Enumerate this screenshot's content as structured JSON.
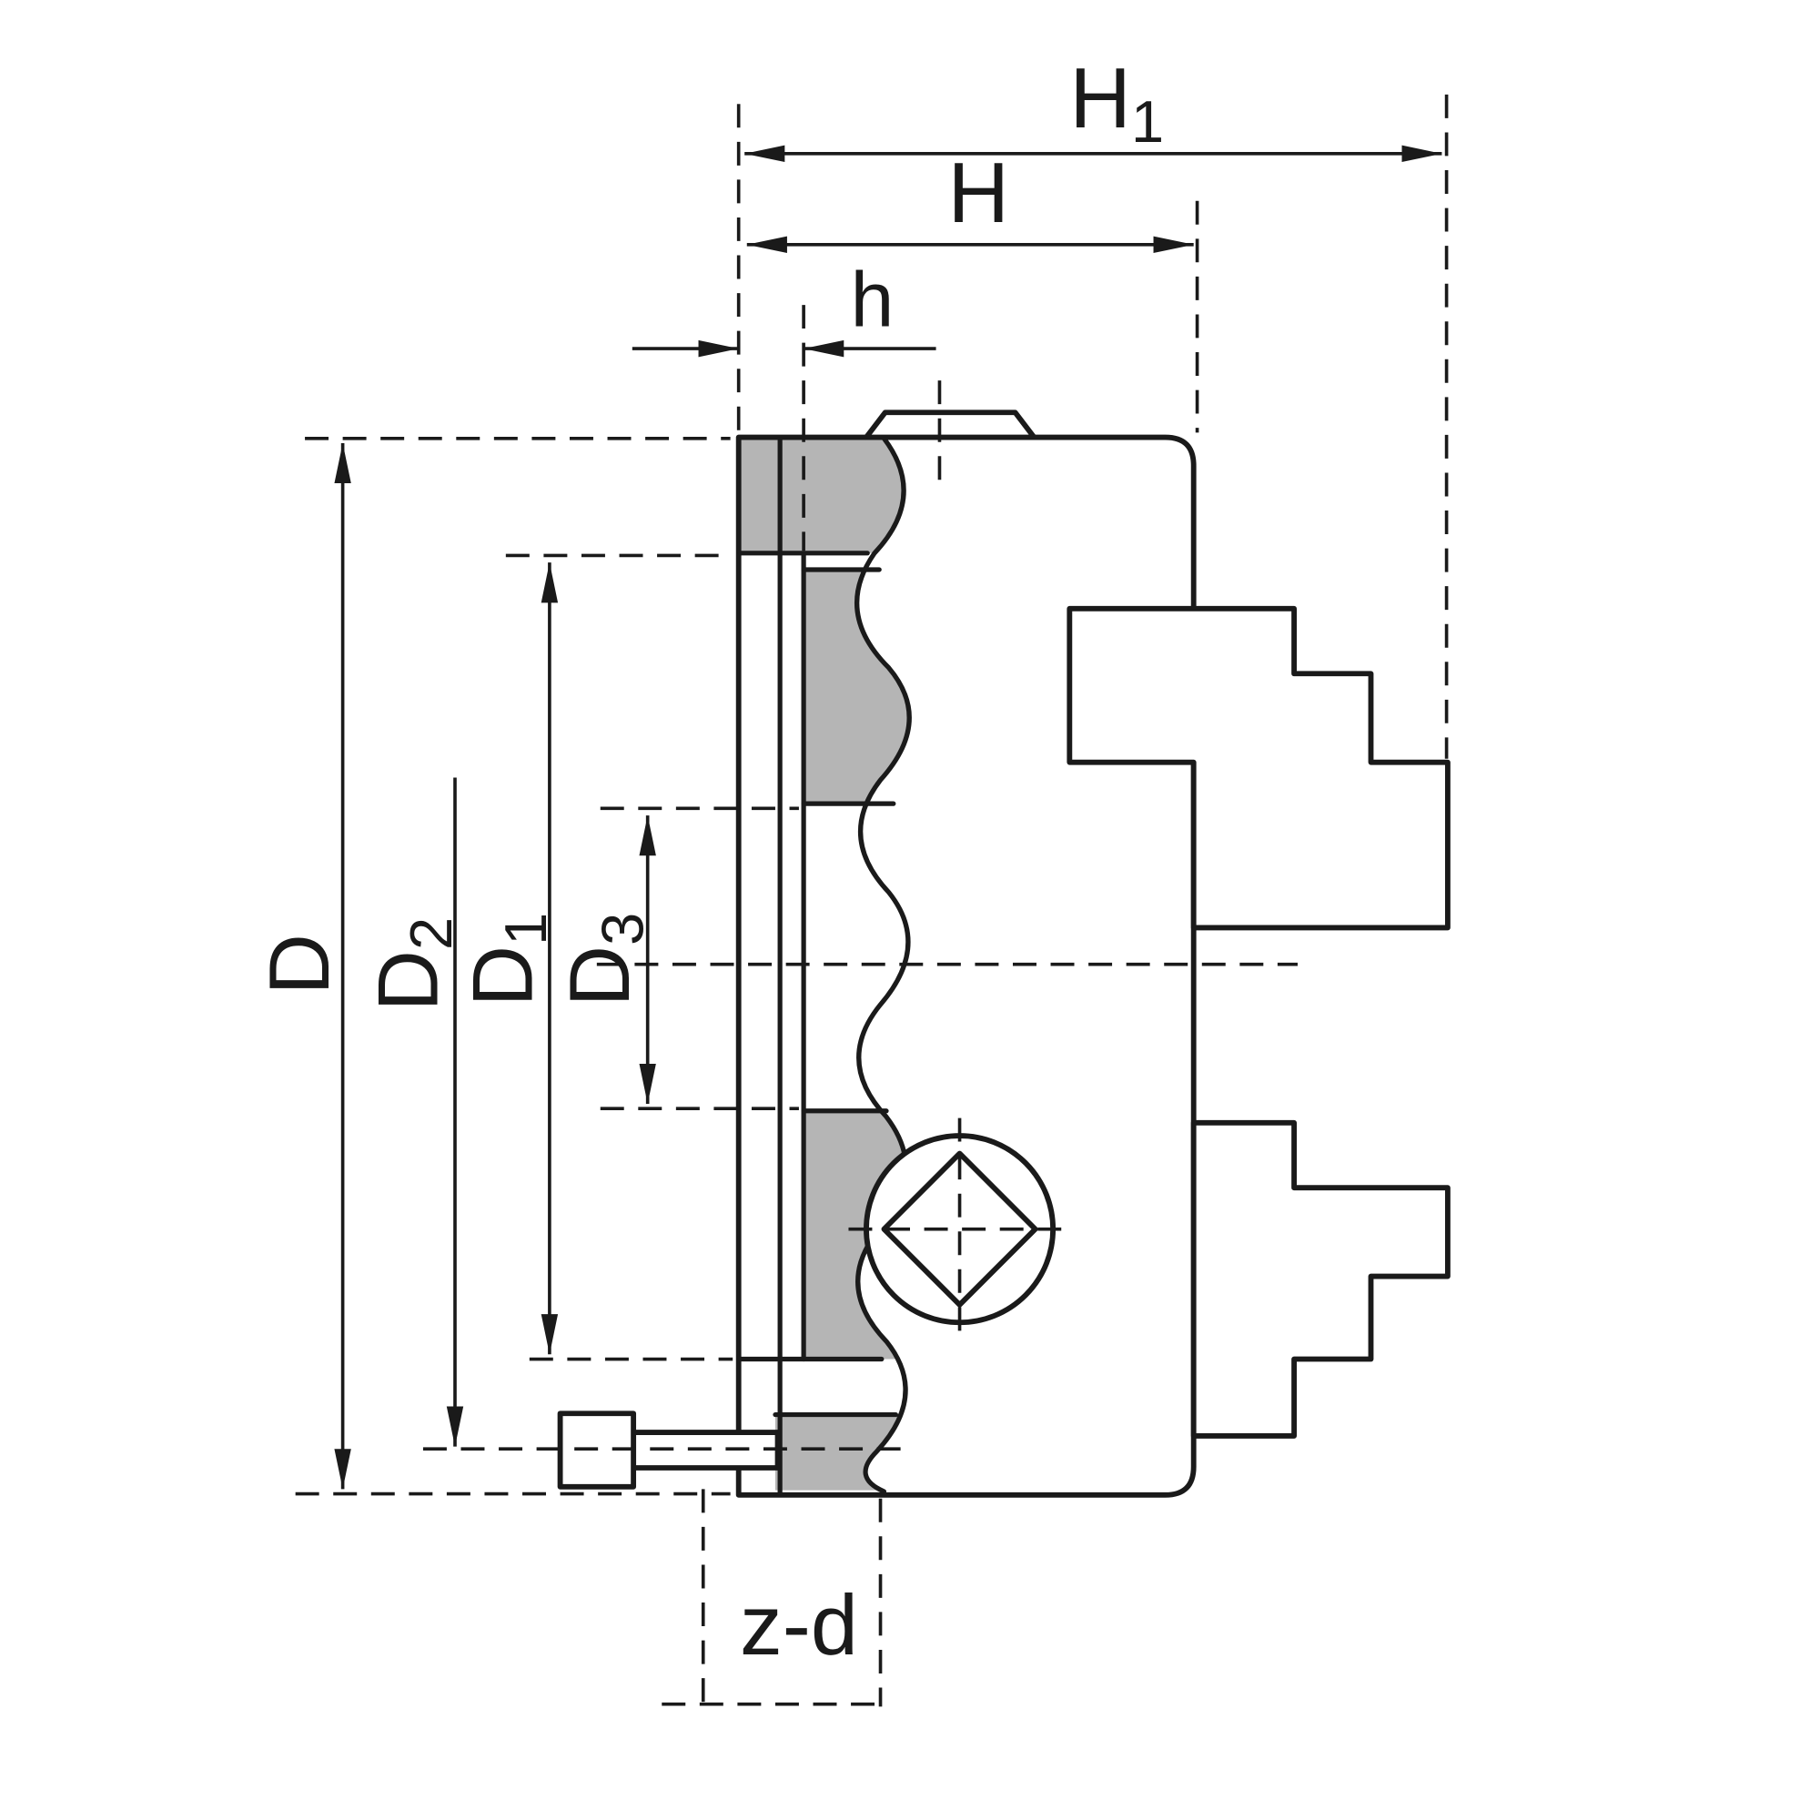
{
  "drawing": {
    "title": "Lathe chuck side cross-section dimension drawing",
    "labels": {
      "h1": {
        "base": "H",
        "sub": "1"
      },
      "hcap": {
        "base": "H"
      },
      "h": {
        "base": "h"
      },
      "d": {
        "base": "D"
      },
      "d2": {
        "base": "D",
        "sub": "2"
      },
      "d1": {
        "base": "D",
        "sub": "1"
      },
      "d3": {
        "base": "D",
        "sub": "3"
      },
      "zd": {
        "base": "z-d"
      }
    },
    "colors": {
      "line": "#1a1a1a",
      "section_fill": "#b5b5b5",
      "background": "#ffffff"
    }
  }
}
